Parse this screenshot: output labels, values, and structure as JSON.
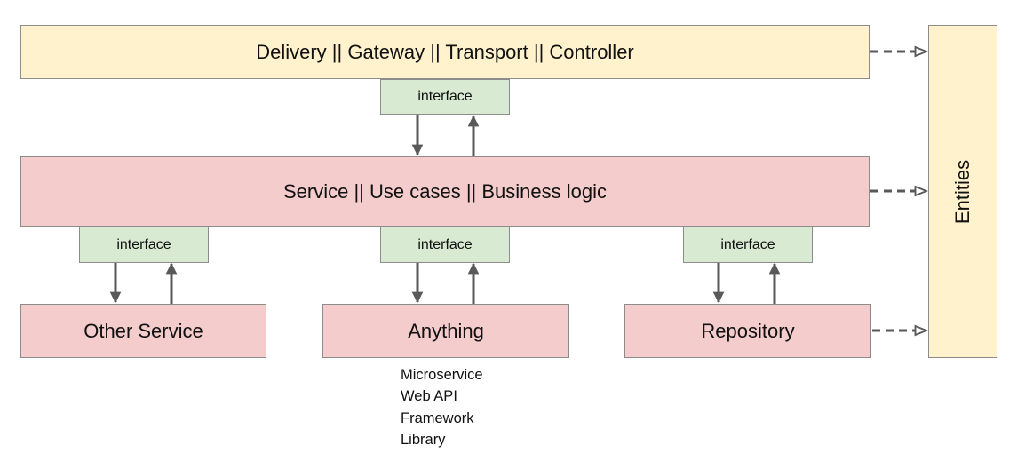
{
  "layers": {
    "delivery": "Delivery || Gateway || Transport || Controller",
    "service": "Service || Use cases || Business logic",
    "other_service": "Other Service",
    "anything": "Anything",
    "repository": "Repository",
    "entities": "Entities"
  },
  "interfaces": {
    "top": "interface",
    "left": "interface",
    "middle": "interface",
    "right": "interface"
  },
  "anything_examples": [
    "Microservice",
    "Web API",
    "Framework",
    "Library"
  ],
  "colors": {
    "delivery_fill": "#fff2cc",
    "entities_fill": "#fff2cc",
    "service_fill": "#f4cccc",
    "interface_fill": "#d9ead3",
    "arrow": "#595959"
  }
}
